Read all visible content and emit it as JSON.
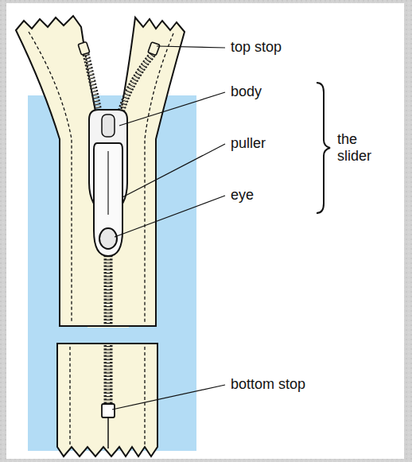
{
  "diagram": {
    "labels": [
      "top stop",
      "body",
      "puller",
      "the slider",
      "eye",
      "bottom stop"
    ]
  }
}
